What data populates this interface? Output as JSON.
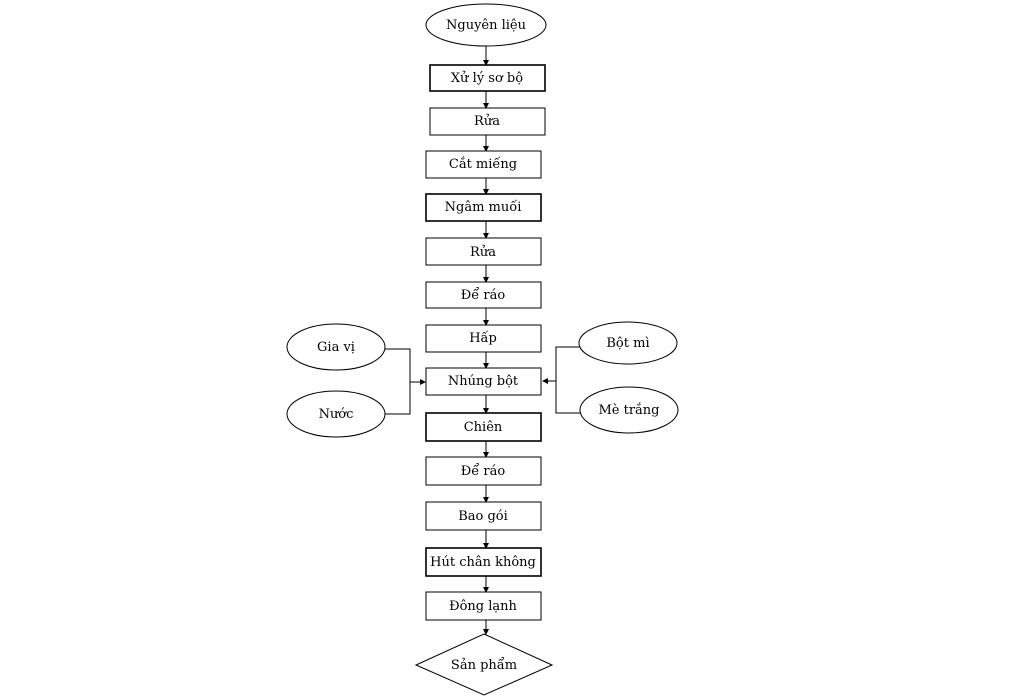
{
  "flowchart": {
    "start": "Nguyên liệu",
    "steps": [
      "Xử lý sơ bộ",
      "Rửa",
      "Cắt miếng",
      "Ngâm muối",
      "Rửa",
      "Để ráo",
      "Hấp",
      "Nhúng bột",
      "Chiên",
      "Để ráo",
      "Bao gói",
      "Hút chân không",
      "Đông lạnh"
    ],
    "end": "Sản phẩm",
    "inputs_left": [
      "Gia vị",
      "Nước"
    ],
    "inputs_right": [
      "Bột mì",
      "Mè trắng"
    ]
  }
}
